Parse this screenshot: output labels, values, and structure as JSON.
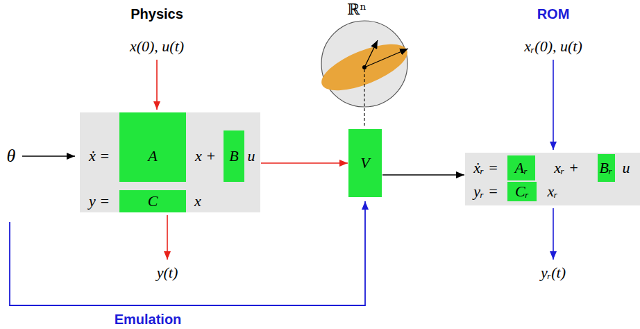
{
  "diagram": {
    "nodes": [
      {
        "text": [
          "ẋ =",
          "x +",
          "u",
          "y =",
          "x"
        ]
      },
      {
        "text": [
          "A"
        ],
        "in": 0
      },
      {
        "text": [
          "B"
        ],
        "in": 0
      },
      {
        "text": [
          "C"
        ],
        "in": 0
      },
      {
        "text": [
          "V"
        ]
      },
      {
        "text": [
          "ẋᵣ =",
          "xᵣ +",
          "u",
          "yᵣ =",
          "xᵣ"
        ]
      },
      {
        "text": [
          "Aᵣ"
        ],
        "in": 5
      },
      {
        "text": [
          "Bᵣ"
        ],
        "in": 5
      },
      {
        "text": [
          "Cᵣ"
        ],
        "in": 5
      }
    ],
    "edges": [
      {
        "from": 0,
        "to": 4,
        "arrow": "to"
      },
      {
        "from": 4,
        "to": 5,
        "arrow": "to"
      }
    ],
    "labels": [
      "Physics",
      "x(0), u(t)",
      "θ",
      "y(t)",
      "ℝⁿ",
      "ROM",
      "xᵣ(0), u(t)",
      "yᵣ(t)",
      "Emulation"
    ]
  }
}
